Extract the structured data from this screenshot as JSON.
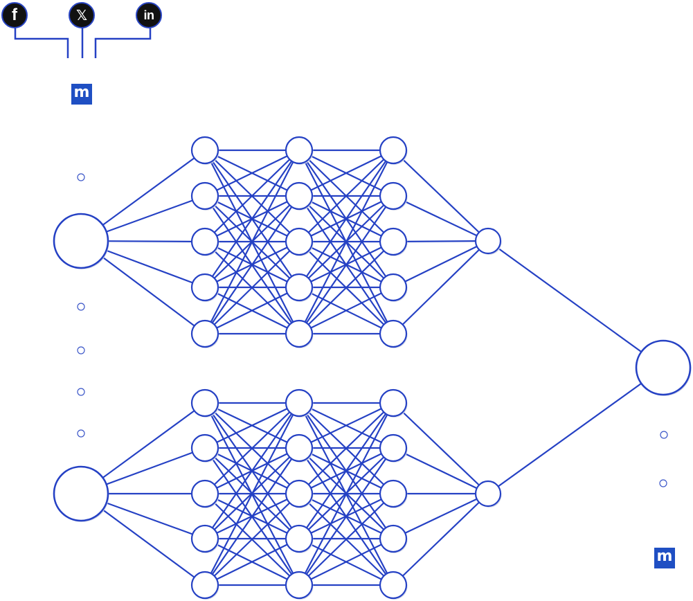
{
  "social": {
    "facebook_glyph": "f",
    "x_glyph": "𝕏",
    "linkedin_glyph": "in"
  },
  "brand": {
    "logo_glyph": "m",
    "color": "#1f4fc3"
  },
  "colors": {
    "stroke": "#2541c4",
    "node_fill": "#ffffff",
    "node_shadow": "#d4d8e8"
  },
  "diagram": {
    "type": "ensemble-neural-network",
    "sub_networks": 2,
    "input_nodes_per_network": 1,
    "hidden_layers_per_network": 3,
    "nodes_per_hidden_layer": 5,
    "output_nodes_per_network": 1,
    "final_output_nodes": 1
  }
}
